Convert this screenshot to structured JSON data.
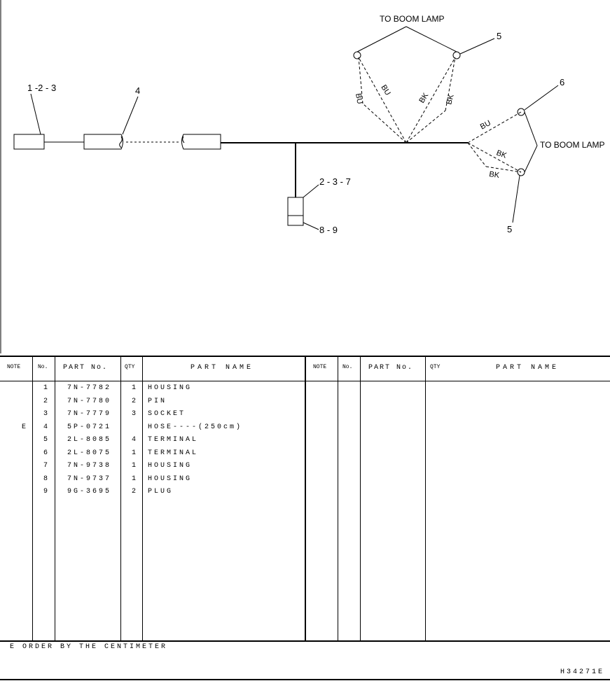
{
  "diagram": {
    "labels": {
      "to_boom_lamp_top": "TO BOOM LAMP",
      "to_boom_lamp_right": "TO BOOM LAMP",
      "callout_123": "1 -2 - 3",
      "callout_4": "4",
      "callout_5_top": "5",
      "callout_6": "6",
      "callout_5_bottom": "5",
      "callout_237": "2 - 3 - 7",
      "callout_89": "8 - 9"
    },
    "wire_codes": {
      "bu_upper_left": "BU",
      "bu_upper_mid": "BU",
      "bk_upper_mid": "BK",
      "bk_upper_right": "BK",
      "bu_right": "BU",
      "bk_right_upper": "BK",
      "bk_right_lower": "BK"
    }
  },
  "table": {
    "headers_left": {
      "note": "NOTE",
      "no": "No.",
      "part_no": "PART  No.",
      "qty": "QTY",
      "part_name": "PART  NAME"
    },
    "headers_right": {
      "note": "NOTE",
      "no": "No.",
      "part_no": "PART  No.",
      "qty": "QTY",
      "part_name": "PART  NAME"
    },
    "rows": [
      {
        "note": "",
        "no": "1",
        "part_no": "7N-7782",
        "qty": "1",
        "name": "HOUSING"
      },
      {
        "note": "",
        "no": "2",
        "part_no": "7N-7780",
        "qty": "2",
        "name": "PIN"
      },
      {
        "note": "",
        "no": "3",
        "part_no": "7N-7779",
        "qty": "3",
        "name": "SOCKET"
      },
      {
        "note": "E",
        "no": "4",
        "part_no": "5P-0721",
        "qty": "",
        "name": "HOSE----(250cm)"
      },
      {
        "note": "",
        "no": "5",
        "part_no": "2L-8085",
        "qty": "4",
        "name": "TERMINAL"
      },
      {
        "note": "",
        "no": "6",
        "part_no": "2L-8075",
        "qty": "1",
        "name": "TERMINAL"
      },
      {
        "note": "",
        "no": "7",
        "part_no": "7N-9738",
        "qty": "1",
        "name": "HOUSING"
      },
      {
        "note": "",
        "no": "8",
        "part_no": "7N-9737",
        "qty": "1",
        "name": "HOUSING"
      },
      {
        "note": "",
        "no": "9",
        "part_no": "9G-3695",
        "qty": "2",
        "name": "PLUG"
      }
    ],
    "footnote": "E ORDER BY THE CENTIMETER",
    "doc_number": "H34271E"
  }
}
